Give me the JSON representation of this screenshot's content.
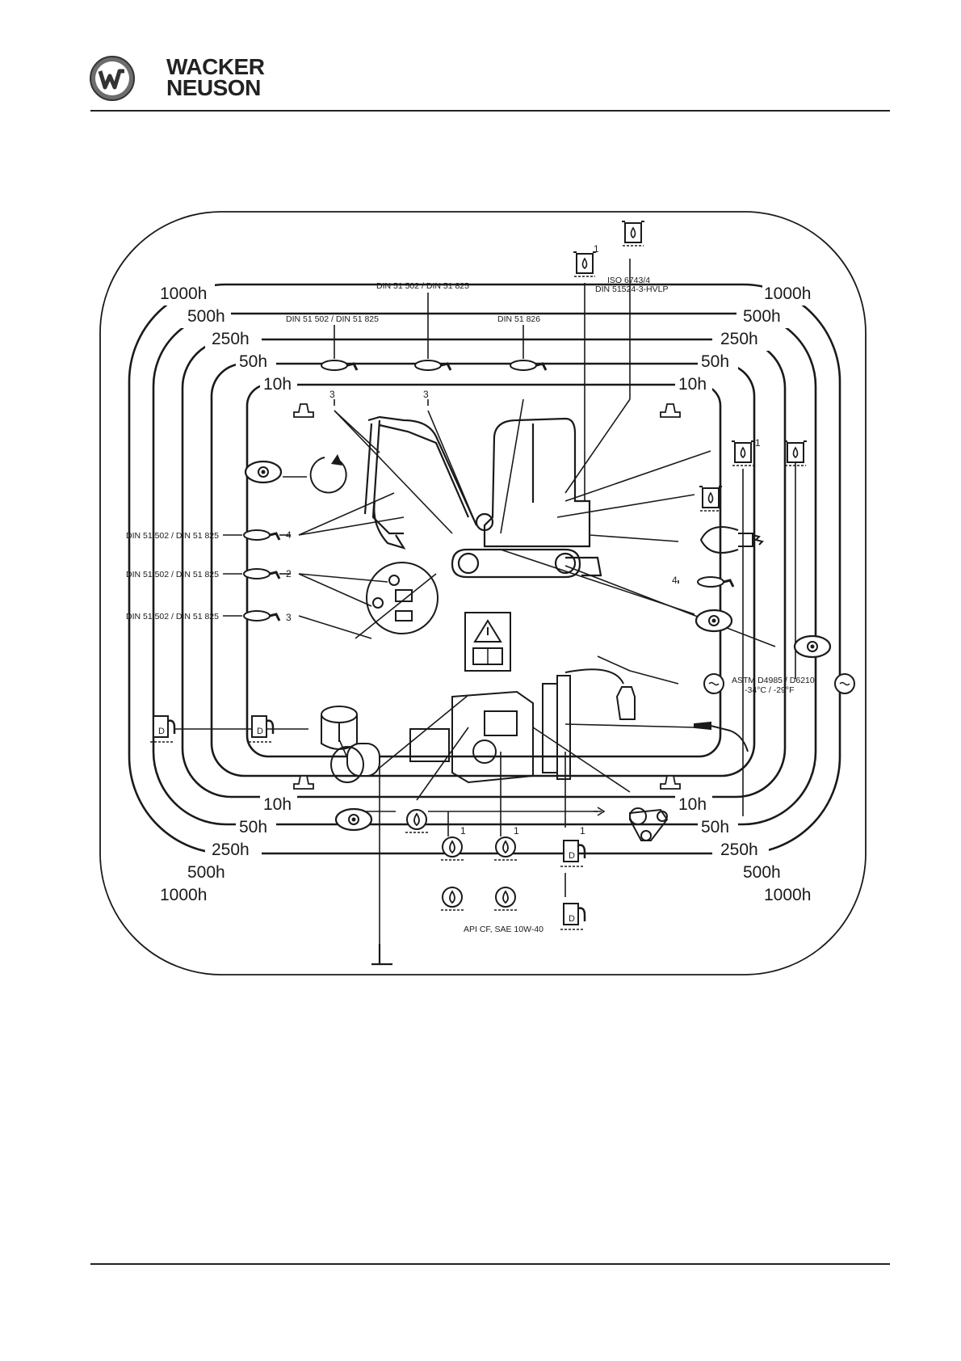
{
  "brand": {
    "line1": "WACKER",
    "line2": "NEUSON"
  },
  "intervals": {
    "h10": "10h",
    "h50": "50h",
    "h250": "250h",
    "h500": "500h",
    "h1000": "1000h"
  },
  "standards": {
    "din_grease": "DIN 51 502 / DIN 51 825",
    "din_826": "DIN 51 826",
    "iso_hydraulic_1": "ISO 6743/4",
    "iso_hydraulic_2": "DIN 51524-3-HVLP",
    "astm_coolant": "ASTM D4985 / D6210",
    "coolant_temp": "-34°C / -29°F",
    "engine_oil": "API CF, SAE 10W-40"
  },
  "callouts": {
    "c1": "1",
    "c2": "2",
    "c3": "3",
    "c4": "4"
  },
  "icons": [
    "grease-gun-icon",
    "inspect-eye-icon",
    "hydraulic-tank-icon",
    "fuel-pump-icon",
    "oil-drop-icon",
    "coolant-icon",
    "belt-drive-icon",
    "warning-manual-icon",
    "air-filter-icon",
    "blow-out-icon",
    "rotate-arrow-icon"
  ]
}
